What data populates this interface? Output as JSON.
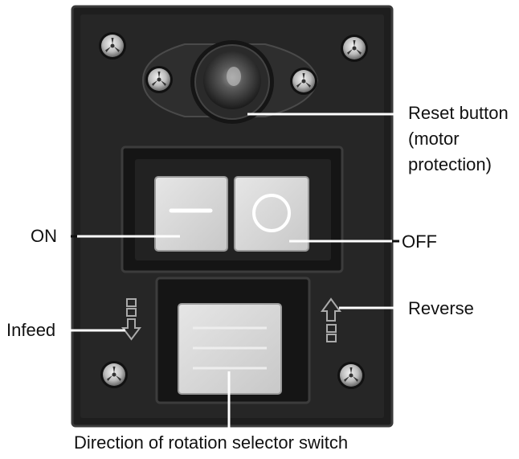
{
  "labels": {
    "reset_line1": "Reset button",
    "reset_line2": "(motor",
    "reset_line3": "protection)",
    "on": "ON",
    "off": "OFF",
    "infeed": "Infeed",
    "reverse": "Reverse",
    "selector": "Direction of rotation  selector switch"
  },
  "colors": {
    "panel": "#1e1e1e",
    "panel_edge": "#3a3a3a",
    "switch_face": "#d8d8d8",
    "leader_line": "#ffffff"
  },
  "icons": [
    "screw-icon",
    "on-symbol-icon",
    "off-symbol-icon",
    "arrow-down-icon",
    "arrow-up-icon"
  ]
}
